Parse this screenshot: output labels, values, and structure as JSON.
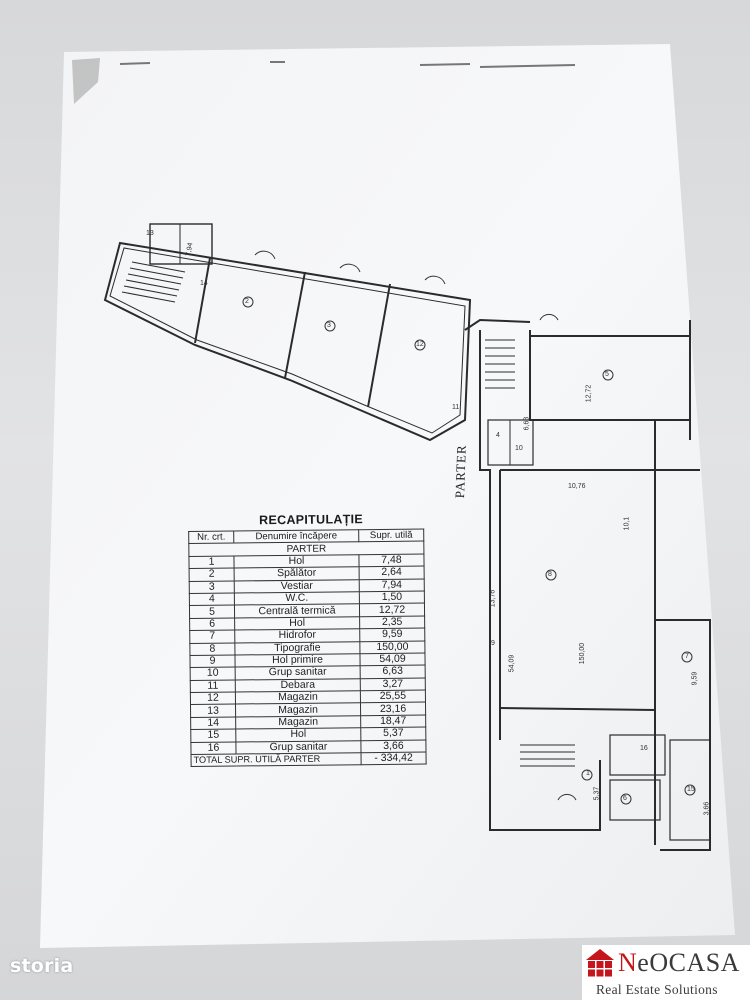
{
  "plan": {
    "floor_label": "PARTER",
    "room_labels": [
      "1",
      "2",
      "3",
      "4",
      "5",
      "6",
      "7",
      "8",
      "9",
      "10",
      "11",
      "12",
      "13",
      "14",
      "15",
      "16"
    ],
    "dimension_labels": [
      "10,76",
      "10,1",
      "54,09",
      "150,00",
      "9,59",
      "13,76",
      "12,72",
      "7,94",
      "5,37",
      "3,66",
      "6,63"
    ]
  },
  "recap": {
    "title": "RECAPITULAȚIE",
    "headers": [
      "Nr. crt.",
      "Denumire încăpere",
      "Supr. utilă"
    ],
    "section": "PARTER",
    "rows": [
      {
        "nr": "1",
        "name": "Hol",
        "area": "7,48"
      },
      {
        "nr": "2",
        "name": "Spălător",
        "area": "2,64"
      },
      {
        "nr": "3",
        "name": "Vestiar",
        "area": "7,94"
      },
      {
        "nr": "4",
        "name": "W.C.",
        "area": "1,50"
      },
      {
        "nr": "5",
        "name": "Centrală termică",
        "area": "12,72"
      },
      {
        "nr": "6",
        "name": "Hol",
        "area": "2,35"
      },
      {
        "nr": "7",
        "name": "Hidrofor",
        "area": "9,59"
      },
      {
        "nr": "8",
        "name": "Tipografie",
        "area": "150,00"
      },
      {
        "nr": "9",
        "name": "Hol primire",
        "area": "54,09"
      },
      {
        "nr": "10",
        "name": "Grup sanitar",
        "area": "6,63"
      },
      {
        "nr": "11",
        "name": "Debara",
        "area": "3,27"
      },
      {
        "nr": "12",
        "name": "Magazin",
        "area": "25,55"
      },
      {
        "nr": "13",
        "name": "Magazin",
        "area": "23,16"
      },
      {
        "nr": "14",
        "name": "Magazin",
        "area": "18,47"
      },
      {
        "nr": "15",
        "name": "Hol",
        "area": "5,37"
      },
      {
        "nr": "16",
        "name": "Grup sanitar",
        "area": "3,66"
      }
    ],
    "total_label": "TOTAL SUPR. UTILĂ PARTER",
    "total_value": "- 334,42"
  },
  "watermark": {
    "text": "storia"
  },
  "logo": {
    "name_prefix": "N",
    "name_rest": "eOCASA",
    "tagline": "Real Estate Solutions",
    "accent": "#c4161c"
  }
}
